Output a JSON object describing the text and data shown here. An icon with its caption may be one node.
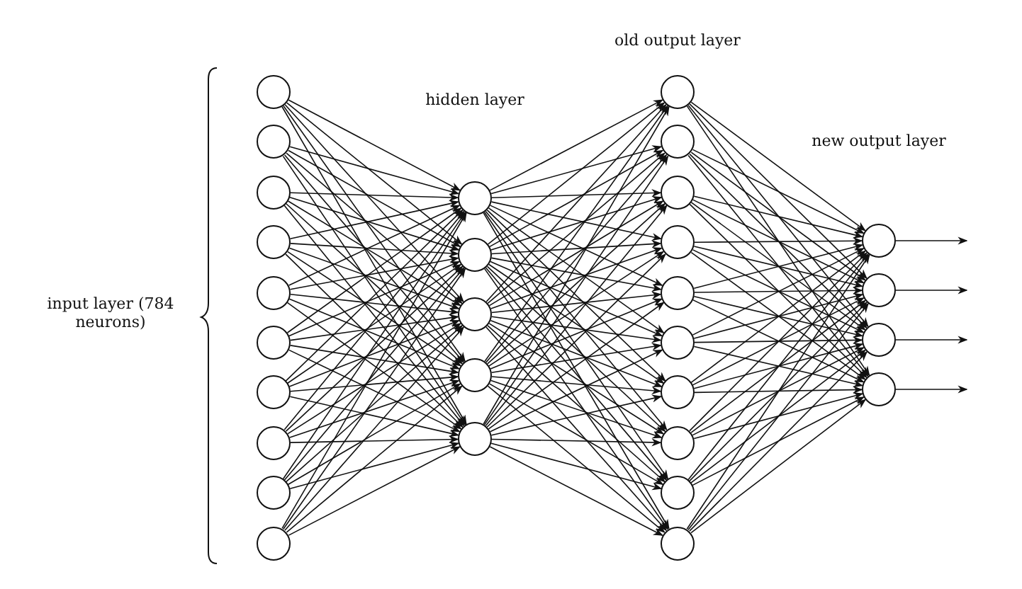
{
  "diagram": {
    "nodes": [
      {
        "text": [],
        "shape": "circle"
      },
      {
        "text": [],
        "shape": "circle"
      },
      {
        "text": [],
        "shape": "circle"
      },
      {
        "text": [],
        "shape": "circle"
      },
      {
        "text": [],
        "shape": "circle"
      },
      {
        "text": [],
        "shape": "circle"
      },
      {
        "text": [],
        "shape": "circle"
      },
      {
        "text": [],
        "shape": "circle"
      },
      {
        "text": [],
        "shape": "circle"
      },
      {
        "text": [],
        "shape": "circle"
      },
      {
        "text": [],
        "shape": "circle"
      },
      {
        "text": [],
        "shape": "circle"
      },
      {
        "text": [],
        "shape": "circle"
      },
      {
        "text": [],
        "shape": "circle"
      },
      {
        "text": [],
        "shape": "circle"
      },
      {
        "text": [],
        "shape": "circle"
      },
      {
        "text": [],
        "shape": "circle"
      },
      {
        "text": [],
        "shape": "circle"
      },
      {
        "text": [],
        "shape": "circle"
      },
      {
        "text": [],
        "shape": "circle"
      },
      {
        "text": [],
        "shape": "circle"
      },
      {
        "text": [],
        "shape": "circle"
      },
      {
        "text": [],
        "shape": "circle"
      },
      {
        "text": [],
        "shape": "circle"
      },
      {
        "text": [],
        "shape": "circle"
      },
      {
        "text": [],
        "shape": "circle"
      },
      {
        "text": [],
        "shape": "circle"
      },
      {
        "text": [],
        "shape": "circle"
      },
      {
        "text": [],
        "shape": "circle"
      }
    ],
    "edges": [
      {
        "from": 0,
        "to": 10,
        "arrow": "to"
      },
      {
        "from": 0,
        "to": 11,
        "arrow": "to"
      },
      {
        "from": 0,
        "to": 12,
        "arrow": "to"
      },
      {
        "from": 0,
        "to": 13,
        "arrow": "to"
      },
      {
        "from": 0,
        "to": 14,
        "arrow": "to"
      },
      {
        "from": 1,
        "to": 10,
        "arrow": "to"
      },
      {
        "from": 1,
        "to": 11,
        "arrow": "to"
      },
      {
        "from": 1,
        "to": 12,
        "arrow": "to"
      },
      {
        "from": 1,
        "to": 13,
        "arrow": "to"
      },
      {
        "from": 1,
        "to": 14,
        "arrow": "to"
      },
      {
        "from": 2,
        "to": 10,
        "arrow": "to"
      },
      {
        "from": 2,
        "to": 11,
        "arrow": "to"
      },
      {
        "from": 2,
        "to": 12,
        "arrow": "to"
      },
      {
        "from": 2,
        "to": 13,
        "arrow": "to"
      },
      {
        "from": 2,
        "to": 14,
        "arrow": "to"
      },
      {
        "from": 3,
        "to": 10,
        "arrow": "to"
      },
      {
        "from": 3,
        "to": 11,
        "arrow": "to"
      },
      {
        "from": 3,
        "to": 12,
        "arrow": "to"
      },
      {
        "from": 3,
        "to": 13,
        "arrow": "to"
      },
      {
        "from": 3,
        "to": 14,
        "arrow": "to"
      },
      {
        "from": 4,
        "to": 10,
        "arrow": "to"
      },
      {
        "from": 4,
        "to": 11,
        "arrow": "to"
      },
      {
        "from": 4,
        "to": 12,
        "arrow": "to"
      },
      {
        "from": 4,
        "to": 13,
        "arrow": "to"
      },
      {
        "from": 4,
        "to": 14,
        "arrow": "to"
      },
      {
        "from": 5,
        "to": 10,
        "arrow": "to"
      },
      {
        "from": 5,
        "to": 11,
        "arrow": "to"
      },
      {
        "from": 5,
        "to": 12,
        "arrow": "to"
      },
      {
        "from": 5,
        "to": 13,
        "arrow": "to"
      },
      {
        "from": 5,
        "to": 14,
        "arrow": "to"
      },
      {
        "from": 6,
        "to": 10,
        "arrow": "to"
      },
      {
        "from": 6,
        "to": 11,
        "arrow": "to"
      },
      {
        "from": 6,
        "to": 12,
        "arrow": "to"
      },
      {
        "from": 6,
        "to": 13,
        "arrow": "to"
      },
      {
        "from": 6,
        "to": 14,
        "arrow": "to"
      },
      {
        "from": 7,
        "to": 10,
        "arrow": "to"
      },
      {
        "from": 7,
        "to": 11,
        "arrow": "to"
      },
      {
        "from": 7,
        "to": 12,
        "arrow": "to"
      },
      {
        "from": 7,
        "to": 13,
        "arrow": "to"
      },
      {
        "from": 7,
        "to": 14,
        "arrow": "to"
      },
      {
        "from": 8,
        "to": 10,
        "arrow": "to"
      },
      {
        "from": 8,
        "to": 11,
        "arrow": "to"
      },
      {
        "from": 8,
        "to": 12,
        "arrow": "to"
      },
      {
        "from": 8,
        "to": 13,
        "arrow": "to"
      },
      {
        "from": 8,
        "to": 14,
        "arrow": "to"
      },
      {
        "from": 9,
        "to": 10,
        "arrow": "to"
      },
      {
        "from": 9,
        "to": 11,
        "arrow": "to"
      },
      {
        "from": 9,
        "to": 12,
        "arrow": "to"
      },
      {
        "from": 9,
        "to": 13,
        "arrow": "to"
      },
      {
        "from": 9,
        "to": 14,
        "arrow": "to"
      },
      {
        "from": 10,
        "to": 15,
        "arrow": "to"
      },
      {
        "from": 10,
        "to": 16,
        "arrow": "to"
      },
      {
        "from": 10,
        "to": 17,
        "arrow": "to"
      },
      {
        "from": 10,
        "to": 18,
        "arrow": "to"
      },
      {
        "from": 10,
        "to": 19,
        "arrow": "to"
      },
      {
        "from": 10,
        "to": 20,
        "arrow": "to"
      },
      {
        "from": 10,
        "to": 21,
        "arrow": "to"
      },
      {
        "from": 10,
        "to": 22,
        "arrow": "to"
      },
      {
        "from": 10,
        "to": 23,
        "arrow": "to"
      },
      {
        "from": 10,
        "to": 24,
        "arrow": "to"
      },
      {
        "from": 11,
        "to": 15,
        "arrow": "to"
      },
      {
        "from": 11,
        "to": 16,
        "arrow": "to"
      },
      {
        "from": 11,
        "to": 17,
        "arrow": "to"
      },
      {
        "from": 11,
        "to": 18,
        "arrow": "to"
      },
      {
        "from": 11,
        "to": 19,
        "arrow": "to"
      },
      {
        "from": 11,
        "to": 20,
        "arrow": "to"
      },
      {
        "from": 11,
        "to": 21,
        "arrow": "to"
      },
      {
        "from": 11,
        "to": 22,
        "arrow": "to"
      },
      {
        "from": 11,
        "to": 23,
        "arrow": "to"
      },
      {
        "from": 11,
        "to": 24,
        "arrow": "to"
      },
      {
        "from": 12,
        "to": 15,
        "arrow": "to"
      },
      {
        "from": 12,
        "to": 16,
        "arrow": "to"
      },
      {
        "from": 12,
        "to": 17,
        "arrow": "to"
      },
      {
        "from": 12,
        "to": 18,
        "arrow": "to"
      },
      {
        "from": 12,
        "to": 19,
        "arrow": "to"
      },
      {
        "from": 12,
        "to": 20,
        "arrow": "to"
      },
      {
        "from": 12,
        "to": 21,
        "arrow": "to"
      },
      {
        "from": 12,
        "to": 22,
        "arrow": "to"
      },
      {
        "from": 12,
        "to": 23,
        "arrow": "to"
      },
      {
        "from": 12,
        "to": 24,
        "arrow": "to"
      },
      {
        "from": 13,
        "to": 15,
        "arrow": "to"
      },
      {
        "from": 13,
        "to": 16,
        "arrow": "to"
      },
      {
        "from": 13,
        "to": 17,
        "arrow": "to"
      },
      {
        "from": 13,
        "to": 18,
        "arrow": "to"
      },
      {
        "from": 13,
        "to": 19,
        "arrow": "to"
      },
      {
        "from": 13,
        "to": 20,
        "arrow": "to"
      },
      {
        "from": 13,
        "to": 21,
        "arrow": "to"
      },
      {
        "from": 13,
        "to": 22,
        "arrow": "to"
      },
      {
        "from": 13,
        "to": 23,
        "arrow": "to"
      },
      {
        "from": 13,
        "to": 24,
        "arrow": "to"
      },
      {
        "from": 14,
        "to": 15,
        "arrow": "to"
      },
      {
        "from": 14,
        "to": 16,
        "arrow": "to"
      },
      {
        "from": 14,
        "to": 17,
        "arrow": "to"
      },
      {
        "from": 14,
        "to": 18,
        "arrow": "to"
      },
      {
        "from": 14,
        "to": 19,
        "arrow": "to"
      },
      {
        "from": 14,
        "to": 20,
        "arrow": "to"
      },
      {
        "from": 14,
        "to": 21,
        "arrow": "to"
      },
      {
        "from": 14,
        "to": 22,
        "arrow": "to"
      },
      {
        "from": 14,
        "to": 23,
        "arrow": "to"
      },
      {
        "from": 14,
        "to": 24,
        "arrow": "to"
      },
      {
        "from": 15,
        "to": 25,
        "arrow": "to"
      },
      {
        "from": 15,
        "to": 26,
        "arrow": "to"
      },
      {
        "from": 15,
        "to": 27,
        "arrow": "to"
      },
      {
        "from": 15,
        "to": 28,
        "arrow": "to"
      },
      {
        "from": 16,
        "to": 25,
        "arrow": "to"
      },
      {
        "from": 16,
        "to": 26,
        "arrow": "to"
      },
      {
        "from": 16,
        "to": 27,
        "arrow": "to"
      },
      {
        "from": 16,
        "to": 28,
        "arrow": "to"
      },
      {
        "from": 17,
        "to": 25,
        "arrow": "to"
      },
      {
        "from": 17,
        "to": 26,
        "arrow": "to"
      },
      {
        "from": 17,
        "to": 27,
        "arrow": "to"
      },
      {
        "from": 17,
        "to": 28,
        "arrow": "to"
      },
      {
        "from": 18,
        "to": 25,
        "arrow": "to"
      },
      {
        "from": 18,
        "to": 26,
        "arrow": "to"
      },
      {
        "from": 18,
        "to": 27,
        "arrow": "to"
      },
      {
        "from": 18,
        "to": 28,
        "arrow": "to"
      },
      {
        "from": 19,
        "to": 25,
        "arrow": "to"
      },
      {
        "from": 19,
        "to": 26,
        "arrow": "to"
      },
      {
        "from": 19,
        "to": 27,
        "arrow": "to"
      },
      {
        "from": 19,
        "to": 28,
        "arrow": "to"
      },
      {
        "from": 20,
        "to": 25,
        "arrow": "to"
      },
      {
        "from": 20,
        "to": 26,
        "arrow": "to"
      },
      {
        "from": 20,
        "to": 27,
        "arrow": "to"
      },
      {
        "from": 20,
        "to": 28,
        "arrow": "to"
      },
      {
        "from": 21,
        "to": 25,
        "arrow": "to"
      },
      {
        "from": 21,
        "to": 26,
        "arrow": "to"
      },
      {
        "from": 21,
        "to": 27,
        "arrow": "to"
      },
      {
        "from": 21,
        "to": 28,
        "arrow": "to"
      },
      {
        "from": 22,
        "to": 25,
        "arrow": "to"
      },
      {
        "from": 22,
        "to": 26,
        "arrow": "to"
      },
      {
        "from": 22,
        "to": 27,
        "arrow": "to"
      },
      {
        "from": 22,
        "to": 28,
        "arrow": "to"
      },
      {
        "from": 23,
        "to": 25,
        "arrow": "to"
      },
      {
        "from": 23,
        "to": 26,
        "arrow": "to"
      },
      {
        "from": 23,
        "to": 27,
        "arrow": "to"
      },
      {
        "from": 23,
        "to": 28,
        "arrow": "to"
      },
      {
        "from": 24,
        "to": 25,
        "arrow": "to"
      },
      {
        "from": 24,
        "to": 26,
        "arrow": "to"
      },
      {
        "from": 24,
        "to": 27,
        "arrow": "to"
      },
      {
        "from": 24,
        "to": 28,
        "arrow": "to"
      },
      {
        "from": 25,
        "to": null,
        "arrow": "to"
      },
      {
        "from": 26,
        "to": null,
        "arrow": "to"
      },
      {
        "from": 27,
        "to": null,
        "arrow": "to"
      },
      {
        "from": 28,
        "to": null,
        "arrow": "to"
      }
    ],
    "labels": [
      "old output layer",
      "hidden layer",
      "new output layer",
      "input layer (784 neurons)"
    ]
  }
}
